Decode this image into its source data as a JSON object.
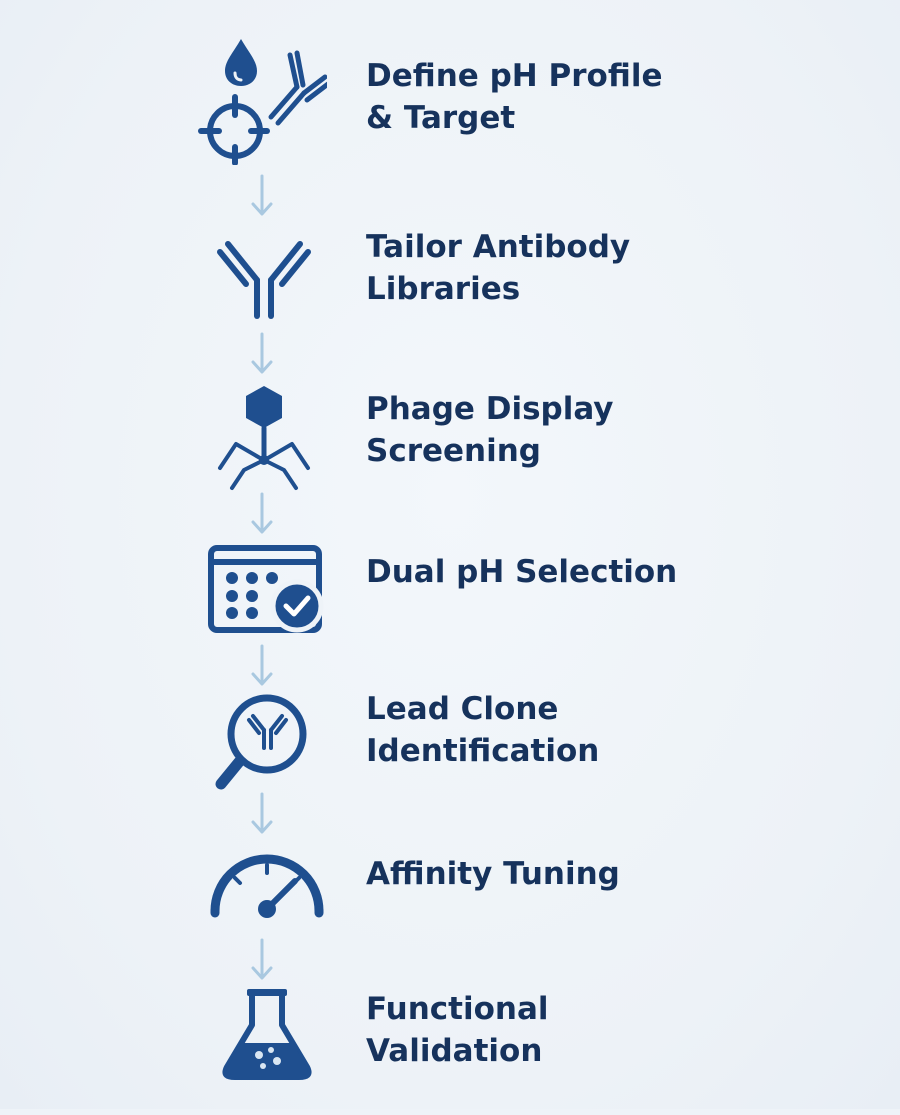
{
  "steps": [
    {
      "line1": "Define pH Profile",
      "line2": "& Target",
      "icon": "drop-target-antibody-icon"
    },
    {
      "line1": "Tailor Antibody",
      "line2": "Libraries",
      "icon": "antibody-icon"
    },
    {
      "line1": "Phage Display",
      "line2": "Screening",
      "icon": "phage-icon"
    },
    {
      "line1": "Dual pH Selection",
      "line2": "",
      "icon": "plate-check-icon"
    },
    {
      "line1": "Lead Clone",
      "line2": "Identification",
      "icon": "magnifier-antibody-icon"
    },
    {
      "line1": "Affinity Tuning",
      "line2": "",
      "icon": "gauge-icon"
    },
    {
      "line1": "Functional",
      "line2": "Validation",
      "icon": "flask-icon"
    }
  ],
  "colors": {
    "primary": "#1f4f8f",
    "text": "#16325c",
    "arrow": "#a9c8e0",
    "background": "#eef3f8"
  }
}
